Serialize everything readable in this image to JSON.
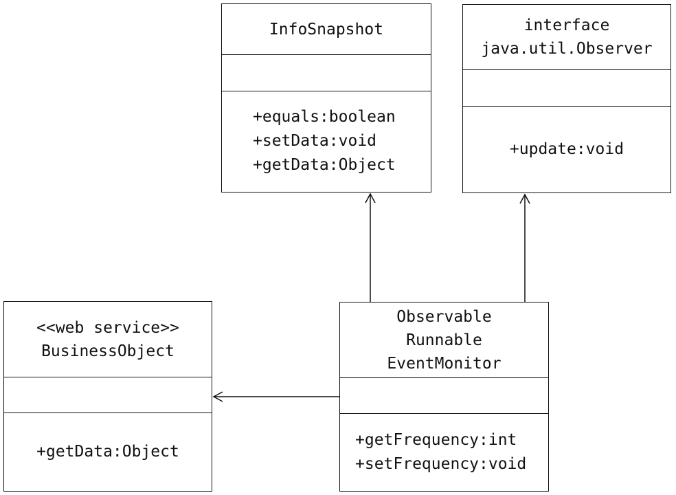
{
  "classes": {
    "info_snapshot": {
      "name_lines": [
        "InfoSnapshot"
      ],
      "attributes": [],
      "operations": [
        "+equals:boolean",
        "+setData:void",
        "+getData:Object"
      ]
    },
    "observer_interface": {
      "name_lines": [
        "interface",
        "java.util.Observer"
      ],
      "attributes": [],
      "operations": [
        "+update:void"
      ]
    },
    "business_object": {
      "name_lines": [
        "<<web service>>",
        "BusinessObject"
      ],
      "attributes": [],
      "operations": [
        "+getData:Object"
      ]
    },
    "event_monitor": {
      "name_lines": [
        "Observable",
        "Runnable",
        "EventMonitor"
      ],
      "attributes": [],
      "operations": [
        "+getFrequency:int",
        "+setFrequency:void"
      ]
    }
  },
  "colors": {
    "line": "#111111",
    "background": "#ffffff"
  }
}
